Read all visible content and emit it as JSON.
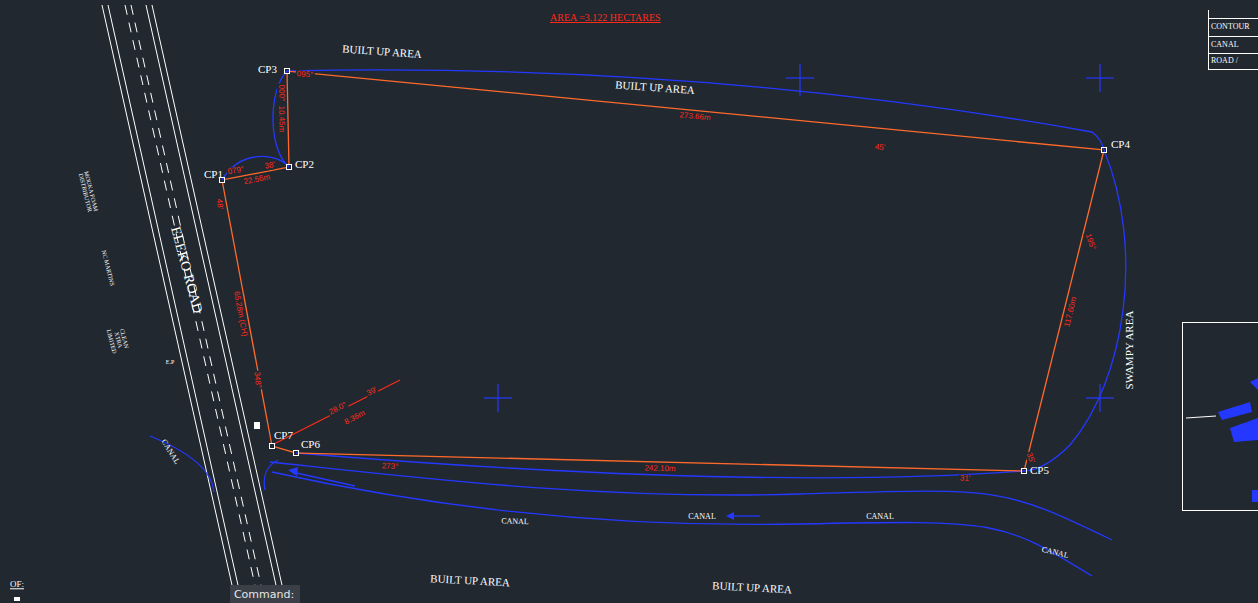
{
  "diagram": {
    "title": "AREA =3.122 HECTARES",
    "nodes": [
      {
        "text": [
          "CP1"
        ]
      },
      {
        "text": [
          "CP2"
        ]
      },
      {
        "text": [
          "CP3"
        ]
      },
      {
        "text": [
          "CP4"
        ]
      },
      {
        "text": [
          "CP5"
        ]
      },
      {
        "text": [
          "CP6"
        ]
      },
      {
        "text": [
          "CP7"
        ]
      }
    ],
    "edges": [
      {
        "from": 0,
        "to": 1,
        "arrow": "none",
        "label": "22.56m"
      },
      {
        "from": 1,
        "to": 2,
        "arrow": "none",
        "label": "10.45m"
      },
      {
        "from": 2,
        "to": 3,
        "arrow": "none",
        "label": "273.66m"
      },
      {
        "from": 3,
        "to": 4,
        "arrow": "none",
        "label": "117.60m"
      },
      {
        "from": 4,
        "to": 5,
        "arrow": "none",
        "label": "242.10m"
      },
      {
        "from": 5,
        "to": 6,
        "arrow": "none"
      },
      {
        "from": 6,
        "to": 0,
        "arrow": "none",
        "label": "65.28m (CH)"
      }
    ],
    "labels": [
      "BUILT UP AREA",
      "BUILT UP AREA",
      "BUILT UP AREA",
      "BUILT UP AREA",
      "CANAL",
      "CANAL",
      "CANAL",
      "CANAL",
      "CANAL",
      "SWAMPY AREA",
      "ELEKO ROAD",
      "MOUKA FOAM DISTRIBUTOR",
      "NC MARTINS",
      "CLEAN XTRA LIMITED",
      "E.P",
      "OF:",
      "Command:",
      "079°",
      "38'",
      "000°",
      "38'",
      "095°",
      "45'",
      "195°",
      "35'",
      "273°",
      "31'",
      "348°",
      "48'",
      "28.0°",
      "39'",
      "8.36m"
    ],
    "legend": [
      {
        "text": "CONTOUR"
      },
      {
        "text": "CANAL"
      },
      {
        "text": "ROAD /"
      }
    ]
  }
}
